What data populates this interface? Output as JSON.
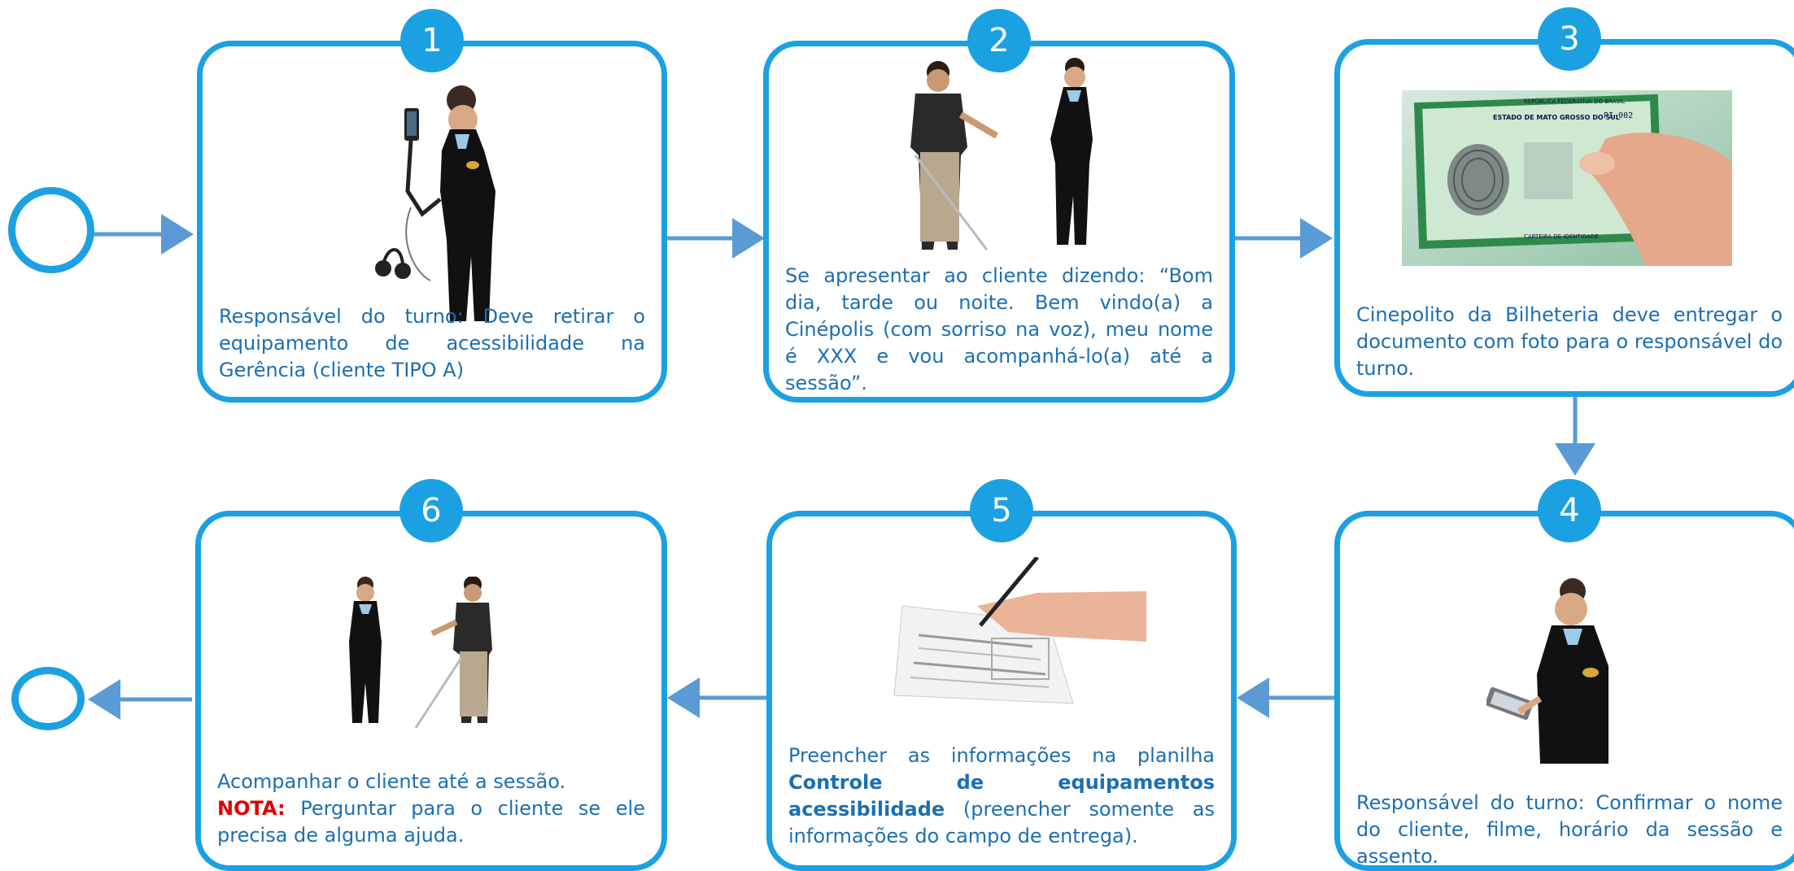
{
  "steps": [
    {
      "number": "1",
      "text": "Responsável do turno: Deve retirar o equipamento de acessibilidade na Gerência (cliente TIPO A)",
      "image": "attendant-with-accessibility-device"
    },
    {
      "number": "2",
      "text": "Se apresentar ao cliente dizendo: “Bom dia, tarde ou noite. Bem vindo(a) a Cinépolis (com sorriso na voz), meu nome é XXX e vou acompanhá-lo(a) até a sessão”.",
      "image": "attendant-greeting-blind-client"
    },
    {
      "number": "3",
      "text": "Cinepolito da Bilheteria deve entregar o documento com foto para o responsável do turno.",
      "image": "id-document-in-hand"
    },
    {
      "number": "4",
      "text": "Responsável do turno: Confirmar o nome do cliente, filme, horário da sessão e assento.",
      "image": "attendant-with-tablet"
    },
    {
      "number": "5",
      "text_before": "Preencher as informações na planilha",
      "text_bold": "Controle de equipamentos acessibilidade",
      "text_after": "(preencher somente as informações do campo de entrega).",
      "image": "hand-filling-form"
    },
    {
      "number": "6",
      "text": "Acompanhar o cliente até a sessão.",
      "note_label": "NOTA:",
      "note_text": "Perguntar para o cliente se ele precisa de alguma ajuda.",
      "image": "attendant-escorting-client"
    }
  ],
  "id_card": {
    "header": "REPÚBLICA FEDERATIVA DO BRASIL",
    "state": "ESTADO DE MATO GROSSO DO SUL",
    "number": "PI 002",
    "footer": "CARTEIRA DE IDENTIDADE"
  },
  "colors": {
    "accent": "#1ba1e2",
    "text": "#1c6fb3",
    "arrow": "#5b9bd5",
    "note": "#e00000"
  }
}
